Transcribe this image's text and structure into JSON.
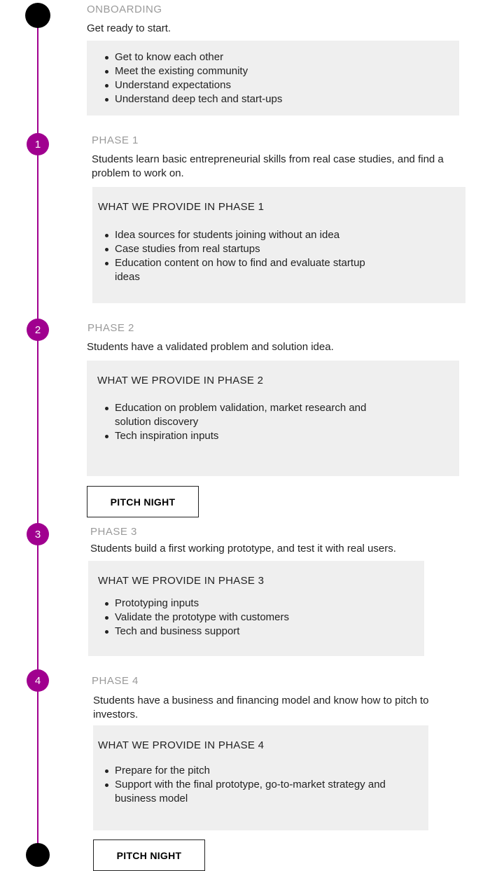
{
  "onboarding": {
    "label": "ONBOARDING",
    "description": "Get ready to start.",
    "items": [
      "Get to know each other",
      "Meet the existing community",
      "Understand expectations",
      "Understand deep tech and start-ups"
    ]
  },
  "phase1": {
    "number": "1",
    "label": "PHASE 1",
    "description": "Students learn basic entrepreneurial skills from real case studies, and find a problem to work on.",
    "box_title": "WHAT WE PROVIDE IN PHASE 1",
    "items": [
      "Idea sources for students joining without an idea",
      "Case studies from real startups",
      "Education content on how to find and evaluate startup ideas"
    ]
  },
  "phase2": {
    "number": "2",
    "label": "PHASE 2",
    "description": "Students have a validated problem and solution idea.",
    "box_title": "WHAT WE PROVIDE IN PHASE 2",
    "items": [
      "Education on problem validation, market research and solution discovery",
      "Tech inspiration inputs"
    ]
  },
  "pitch_night_1": {
    "label": "PITCH NIGHT"
  },
  "phase3": {
    "number": "3",
    "label": "PHASE 3",
    "description": "Students build a first working prototype, and test it with real users.",
    "box_title": "WHAT WE PROVIDE IN PHASE 3",
    "items": [
      "Prototyping inputs",
      "Validate the prototype with customers",
      "Tech and business support"
    ]
  },
  "phase4": {
    "number": "4",
    "label": "PHASE 4",
    "description": "Students have a business and financing model and know how to pitch to investors.",
    "box_title": "WHAT WE PROVIDE IN PHASE 4",
    "items": [
      "Prepare for the pitch",
      "Support with the final prototype, go-to-market strategy and business model"
    ]
  },
  "pitch_night_2": {
    "label": "PITCH NIGHT"
  },
  "colors": {
    "accent": "#a0008f",
    "box_bg": "#efefef",
    "muted_label": "#9a9a9a"
  }
}
